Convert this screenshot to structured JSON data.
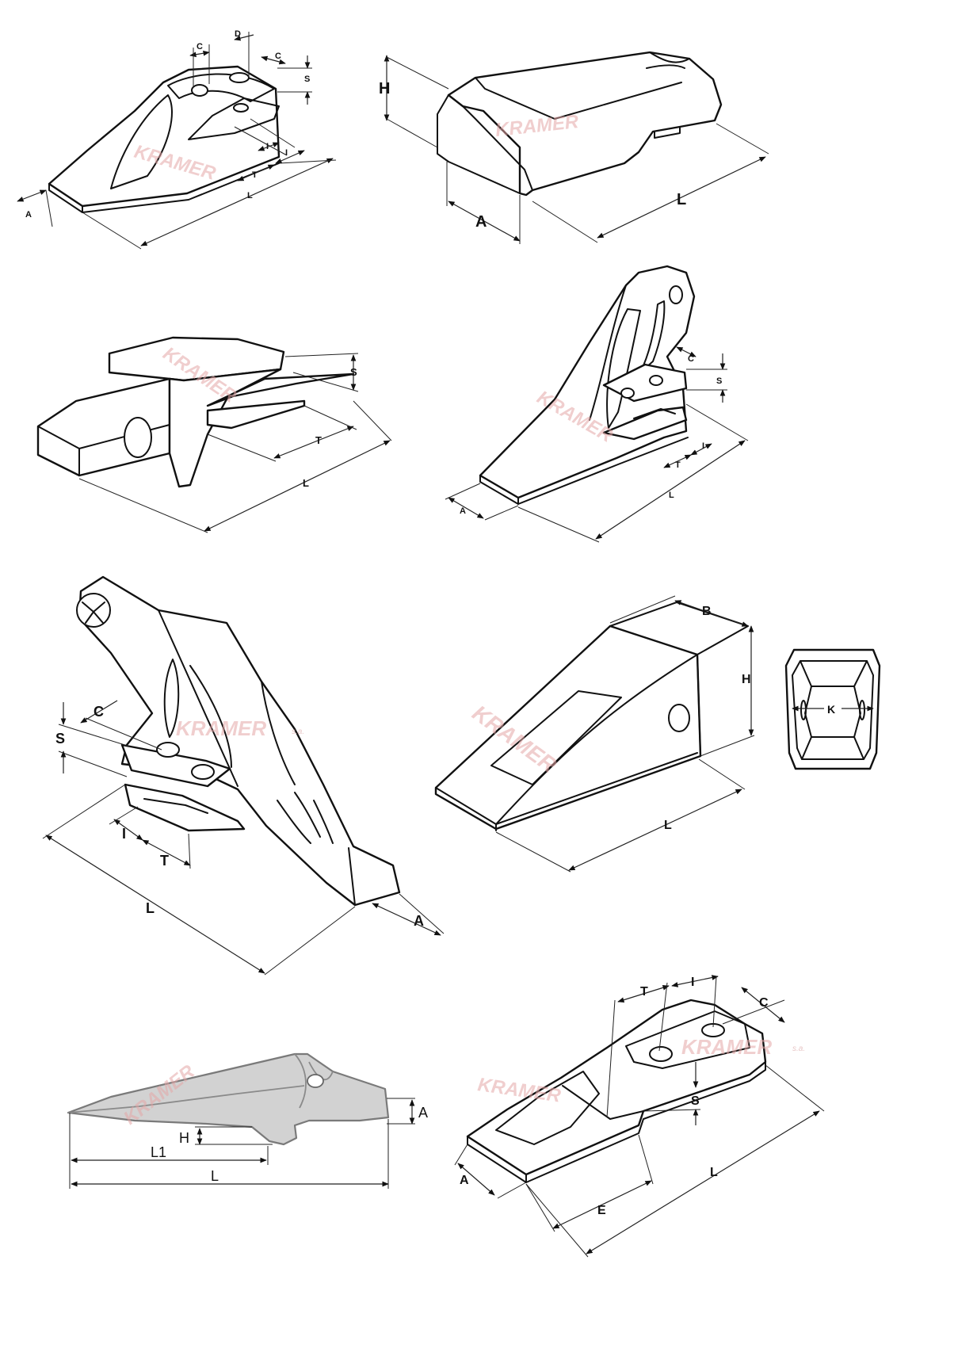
{
  "watermark": {
    "brand": "KRAMER",
    "suffix": "s.a.",
    "color": "#e3a5a5"
  },
  "drawings": [
    {
      "id": "tooth-1",
      "labels": [
        "C",
        "D",
        "C",
        "S",
        "I",
        "T",
        "I",
        "L",
        "A"
      ]
    },
    {
      "id": "adapter-2",
      "labels": [
        "H",
        "A",
        "L"
      ]
    },
    {
      "id": "adapter-3",
      "labels": [
        "S",
        "T",
        "L"
      ]
    },
    {
      "id": "tooth-4",
      "labels": [
        "C",
        "S",
        "T",
        "I",
        "L",
        "A"
      ]
    },
    {
      "id": "tooth-5",
      "labels": [
        "C",
        "S",
        "I",
        "T",
        "L",
        "A"
      ]
    },
    {
      "id": "tooth-6",
      "labels": [
        "B",
        "H",
        "L"
      ],
      "section_label": "K"
    },
    {
      "id": "tooth-7",
      "labels": [
        "A",
        "H",
        "L1",
        "L"
      ]
    },
    {
      "id": "tooth-8",
      "labels": [
        "T",
        "I",
        "C",
        "S",
        "L",
        "E",
        "A"
      ]
    }
  ]
}
